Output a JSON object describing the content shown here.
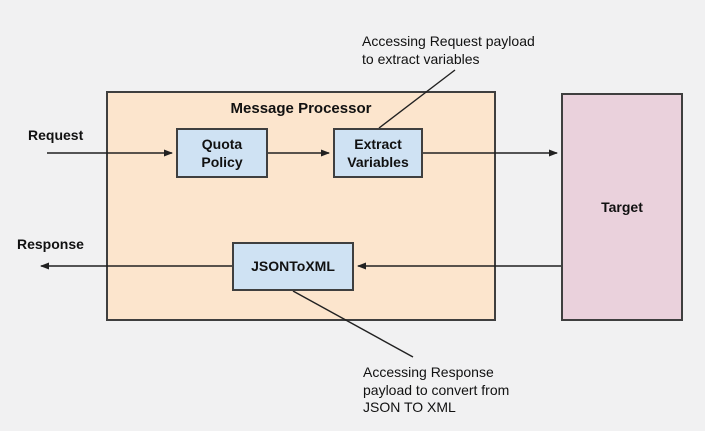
{
  "diagram": {
    "processor": {
      "title": "Message Processor"
    },
    "flow_labels": {
      "request": "Request",
      "response": "Response"
    },
    "nodes": {
      "quota_policy": {
        "label": "Quota\nPolicy"
      },
      "extract_variables": {
        "label": "Extract\nVariables"
      },
      "json_to_xml": {
        "label": "JSONToXML"
      },
      "target": {
        "label": "Target"
      }
    },
    "annotations": {
      "request_payload": "Accessing Request payload\nto extract variables",
      "response_payload": "Accessing Response\npayload to convert from\nJSON TO XML"
    },
    "colors": {
      "background": "#f1f1f2",
      "processor_fill": "#fce5cd",
      "policy_fill": "#cfe2f3",
      "target_fill": "#ead1dc",
      "border": "#3f3f3f",
      "connector": "#212121",
      "text": "#111111"
    }
  }
}
